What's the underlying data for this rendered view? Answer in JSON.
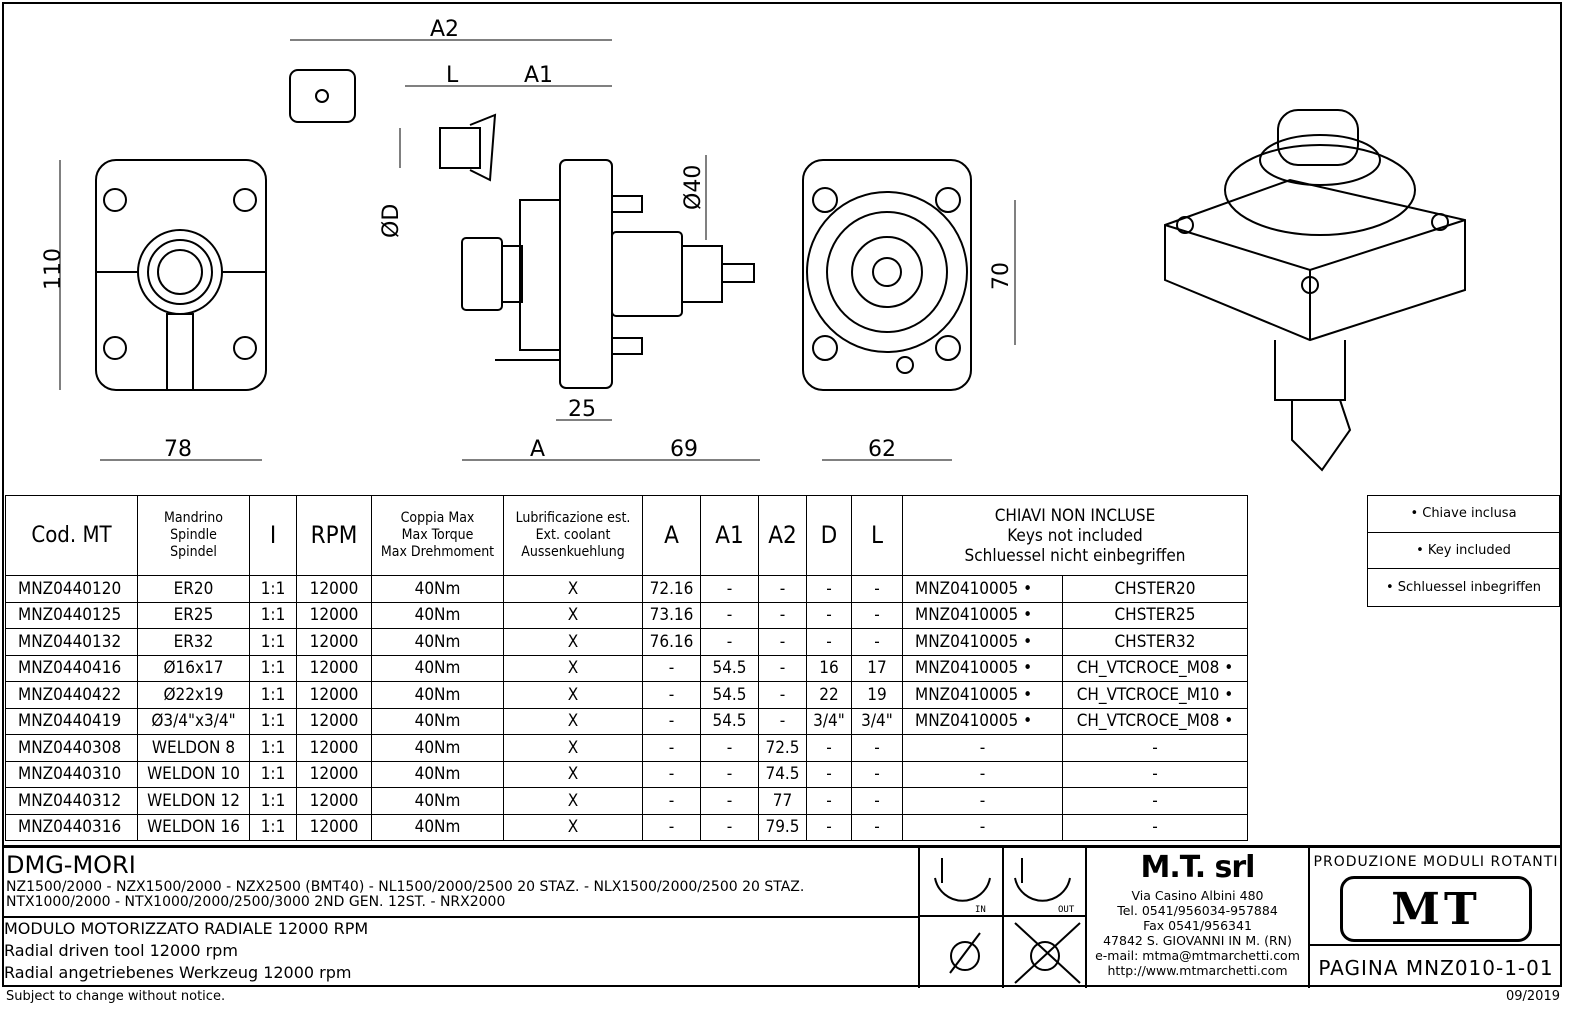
{
  "drawing": {
    "dimensions": {
      "a2": "A2",
      "l": "L",
      "a1": "A1",
      "h110": "110",
      "d": "ØD",
      "d40": "Ø40",
      "h70": "70",
      "w78": "78",
      "w25": "25",
      "a": "A",
      "w69": "69",
      "w62": "62"
    }
  },
  "table": {
    "headers": [
      "Cod. MT",
      "Mandrino\nSpindle\nSpindel",
      "I",
      "RPM",
      "Coppia Max\nMax Torque\nMax Drehmoment",
      "Lubrificazione est.\nExt. coolant\nAussenkuehlung",
      "A",
      "A1",
      "A2",
      "D",
      "L",
      "CHIAVI NON INCLUSE\nKeys not included\nSchluessel nicht einbegriffen"
    ],
    "rows": [
      [
        "MNZ0440120",
        "ER20",
        "1:1",
        "12000",
        "40Nm",
        "X",
        "72.16",
        "-",
        "-",
        "-",
        "-",
        "MNZ0410005 •",
        "CHSTER20"
      ],
      [
        "MNZ0440125",
        "ER25",
        "1:1",
        "12000",
        "40Nm",
        "X",
        "73.16",
        "-",
        "-",
        "-",
        "-",
        "MNZ0410005 •",
        "CHSTER25"
      ],
      [
        "MNZ0440132",
        "ER32",
        "1:1",
        "12000",
        "40Nm",
        "X",
        "76.16",
        "-",
        "-",
        "-",
        "-",
        "MNZ0410005 •",
        "CHSTER32"
      ],
      [
        "MNZ0440416",
        "Ø16x17",
        "1:1",
        "12000",
        "40Nm",
        "X",
        "-",
        "54.5",
        "-",
        "16",
        "17",
        "MNZ0410005 •",
        "CH_VTCROCE_M08 •"
      ],
      [
        "MNZ0440422",
        "Ø22x19",
        "1:1",
        "12000",
        "40Nm",
        "X",
        "-",
        "54.5",
        "-",
        "22",
        "19",
        "MNZ0410005 •",
        "CH_VTCROCE_M10 •"
      ],
      [
        "MNZ0440419",
        "Ø3/4\"x3/4\"",
        "1:1",
        "12000",
        "40Nm",
        "X",
        "-",
        "54.5",
        "-",
        "3/4\"",
        "3/4\"",
        "MNZ0410005 •",
        "CH_VTCROCE_M08 •"
      ],
      [
        "MNZ0440308",
        "WELDON 8",
        "1:1",
        "12000",
        "40Nm",
        "X",
        "-",
        "-",
        "72.5",
        "-",
        "-",
        "-",
        "-"
      ],
      [
        "MNZ0440310",
        "WELDON 10",
        "1:1",
        "12000",
        "40Nm",
        "X",
        "-",
        "-",
        "74.5",
        "-",
        "-",
        "-",
        "-"
      ],
      [
        "MNZ0440312",
        "WELDON 12",
        "1:1",
        "12000",
        "40Nm",
        "X",
        "-",
        "-",
        "77",
        "-",
        "-",
        "-",
        "-"
      ],
      [
        "MNZ0440316",
        "WELDON 16",
        "1:1",
        "12000",
        "40Nm",
        "X",
        "-",
        "-",
        "79.5",
        "-",
        "-",
        "-",
        "-"
      ]
    ]
  },
  "legend": [
    "• Chiave inclusa",
    "• Key included",
    "• Schluessel inbegriffen"
  ],
  "footer": {
    "brand": "DMG-MORI",
    "models1": "NZ1500/2000 - NZX1500/2000 - NZX2500 (BMT40) - NL1500/2000/2500 20 STAZ. - NLX1500/2000/2500 20 STAZ.",
    "models2": "NTX1000/2000 - NTX1000/2000/2500/3000 2ND GEN. 12ST. - NRX2000",
    "desc_it": "MODULO MOTORIZZATO RADIALE 12000 RPM",
    "desc_en": "Radial driven tool 12000 rpm",
    "desc_de": "Radial angetriebenes Werkzeug 12000 rpm",
    "icon_in": "IN",
    "icon_out": "OUT",
    "company": "M.T. srl",
    "address": [
      "Via Casino Albini 480",
      "Tel. 0541/956034-957884",
      "Fax 0541/956341",
      "47842 S. GIOVANNI IN M. (RN)",
      "e-mail: mtma@mtmarchetti.com",
      "http://www.mtmarchetti.com"
    ],
    "production": "PRODUZIONE MODULI ROTANTI",
    "logo": "MT",
    "page": "PAGINA MNZ010-1-01",
    "note": "Subject to change without notice.",
    "date": "09/2019"
  }
}
